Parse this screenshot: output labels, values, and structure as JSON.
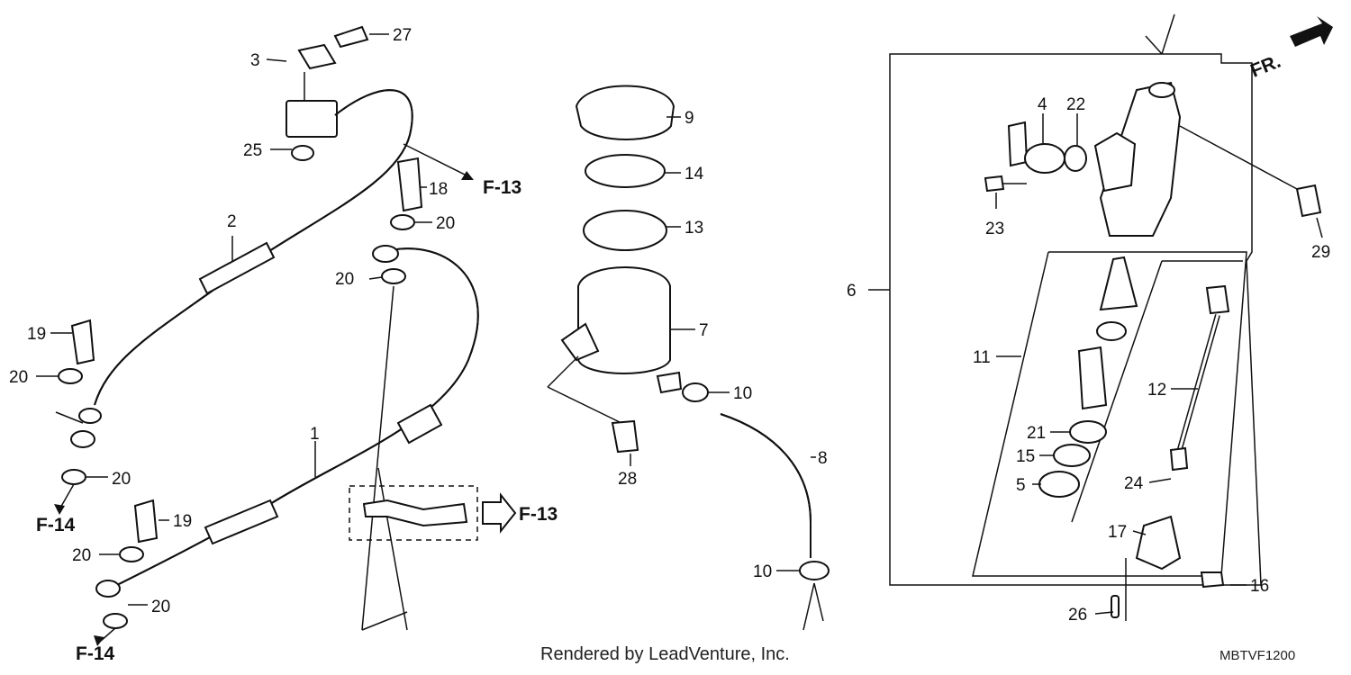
{
  "callouts": {
    "p1": "1",
    "p2": "2",
    "p3": "3",
    "p4": "4",
    "p5": "5",
    "p6": "6",
    "p7": "7",
    "p8": "8",
    "p9": "9",
    "p10a": "10",
    "p10b": "10",
    "p11": "11",
    "p12": "12",
    "p13": "13",
    "p14": "14",
    "p15": "15",
    "p16": "16",
    "p17": "17",
    "p18": "18",
    "p19a": "19",
    "p19b": "19",
    "p20a": "20",
    "p20b": "20",
    "p20c": "20",
    "p20d": "20",
    "p20e": "20",
    "p20f": "20",
    "p21": "21",
    "p22": "22",
    "p23": "23",
    "p24": "24",
    "p25": "25",
    "p26": "26",
    "p27": "27",
    "p28": "28",
    "p29": "29"
  },
  "references": {
    "f13_top": "F-13",
    "f13_mid": "F-13",
    "f14_top": "F-14",
    "f14_bottom": "F-14",
    "front": "FR."
  },
  "footer": {
    "rendered_by": "Rendered by LeadVenture, Inc.",
    "diagram_code": "MBTVF1200"
  }
}
